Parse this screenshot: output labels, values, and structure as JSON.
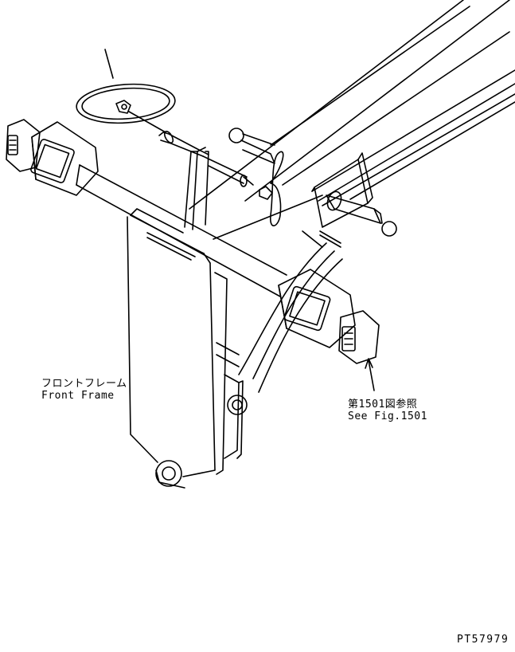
{
  "labels": {
    "front_frame_jp": "フロントフレーム",
    "front_frame_en": "Front Frame",
    "see_fig_jp": "第1501図参照",
    "see_fig_en": "See Fig.1501",
    "drawing_code": "PT57979"
  },
  "colors": {
    "line": "#000000",
    "background": "#ffffff"
  }
}
